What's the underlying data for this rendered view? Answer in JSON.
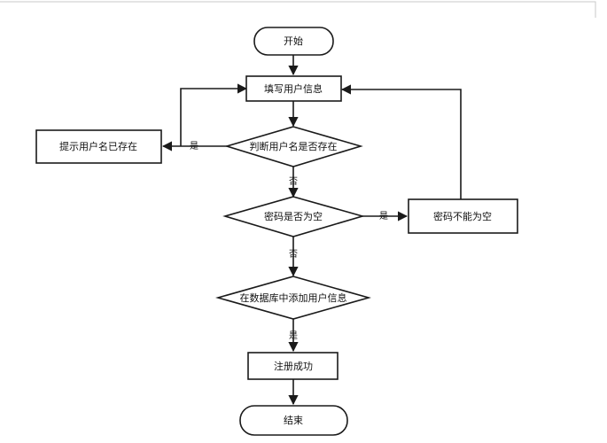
{
  "nodes": {
    "start": "开始",
    "fill_user_info": "填写用户信息",
    "check_username": "判断用户名是否存在",
    "username_exists": "提示用户名已存在",
    "check_password": "密码是否为空",
    "password_empty": "密码不能为空",
    "add_to_db": "在数据库中添加用户信息",
    "register_success": "注册成功",
    "end": "结束"
  },
  "edge_labels": {
    "username_yes": "是",
    "username_no": "否",
    "password_yes": "是",
    "password_no": "否",
    "db_yes": "是"
  }
}
